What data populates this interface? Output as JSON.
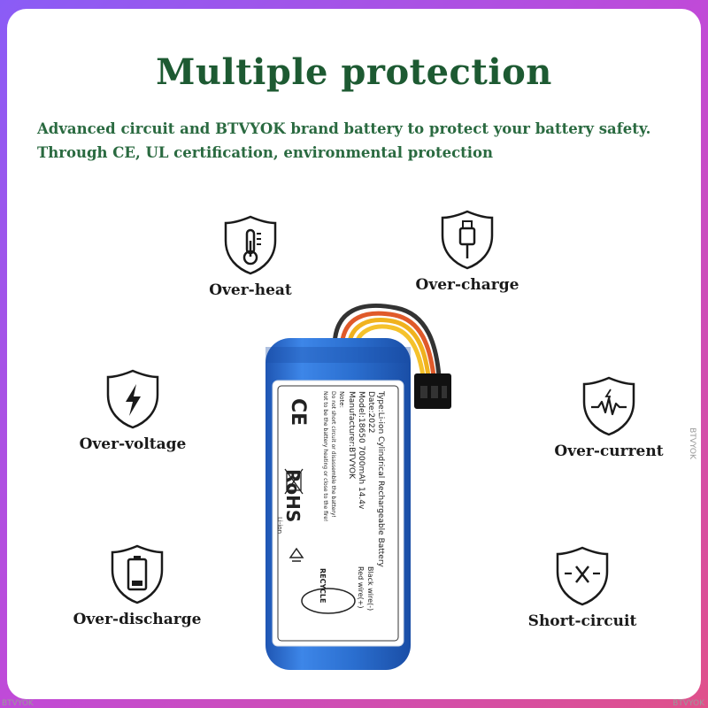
{
  "heading": {
    "title": "Multiple protection",
    "subtitle": "Advanced circuit and BTVYOK brand battery to protect your battery safety. Through CE, UL certification, environmental protection"
  },
  "features": {
    "overheat": {
      "label": "Over-heat",
      "icon": "thermometer-icon"
    },
    "overcharge": {
      "label": "Over-charge",
      "icon": "usb-plug-icon"
    },
    "overvoltage": {
      "label": "Over-voltage",
      "icon": "lightning-icon"
    },
    "overcurrent": {
      "label": "Over-current",
      "icon": "current-wave-icon"
    },
    "overdischarge": {
      "label": "Over-discharge",
      "icon": "battery-icon"
    },
    "shortcircuit": {
      "label": "Short-circuit",
      "icon": "short-circuit-icon"
    }
  },
  "battery_label": {
    "line1": "Type:Li-ion Cylindrical Rechargeable Battery",
    "line2": "Date:2022",
    "line3": "Model:18650 7000mAh 14.4v",
    "line4": "Manufacturer:BTVYOK",
    "line5": "Note:",
    "line6": "Do not short circuit or disassemble the battery!",
    "line7": "Not to be the battery heating or close to the fire!",
    "ce_mark": "CE",
    "rohs_mark": "RoHS",
    "li_ion": "Li-ion",
    "black_wire": "Black wire(-)",
    "red_wire": "Red wire(+)",
    "recycle_stamp": "RECYCLE"
  },
  "watermark": {
    "text": "BTVYOK"
  },
  "colors": {
    "title_green": "#1d5a32",
    "battery_blue": "#2b6fd0",
    "border_gradient": [
      "#8a5cf6",
      "#e0508a"
    ]
  }
}
